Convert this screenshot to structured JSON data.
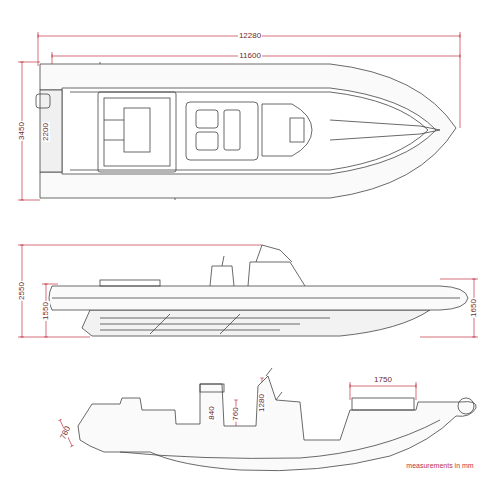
{
  "diagram": {
    "labels": [
      "12280",
      "11600",
      "3450",
      "2200",
      "2550",
      "1550",
      "1650",
      "1750",
      "840",
      "760",
      "1280",
      "780",
      "measurements in mm"
    ]
  }
}
